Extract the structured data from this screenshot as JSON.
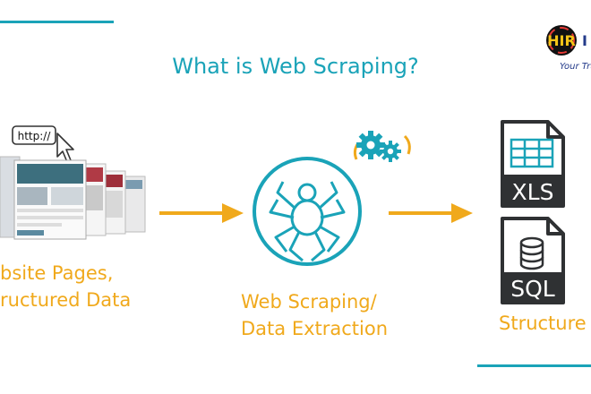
{
  "title": "What is Web Scraping?",
  "logo": {
    "text": "HIR",
    "text_cut": "I",
    "tagline": "Your Tru"
  },
  "source": {
    "url_text": "http://",
    "label_line1": "bsite Pages,",
    "label_line2": "ructured Data"
  },
  "process": {
    "label_line1": "Web Scraping/",
    "label_line2": "Data Extraction"
  },
  "output": {
    "file1": "XLS",
    "file2": "SQL",
    "label": "Structure"
  },
  "colors": {
    "accent": "#1aa3b8",
    "arrow": "#f0a91c",
    "file_dark": "#2f3133",
    "navy": "#243b8a"
  },
  "icons": [
    "cursor-icon",
    "gears-icon",
    "spider-icon",
    "spreadsheet-icon",
    "database-icon",
    "arrow-right-icon"
  ]
}
